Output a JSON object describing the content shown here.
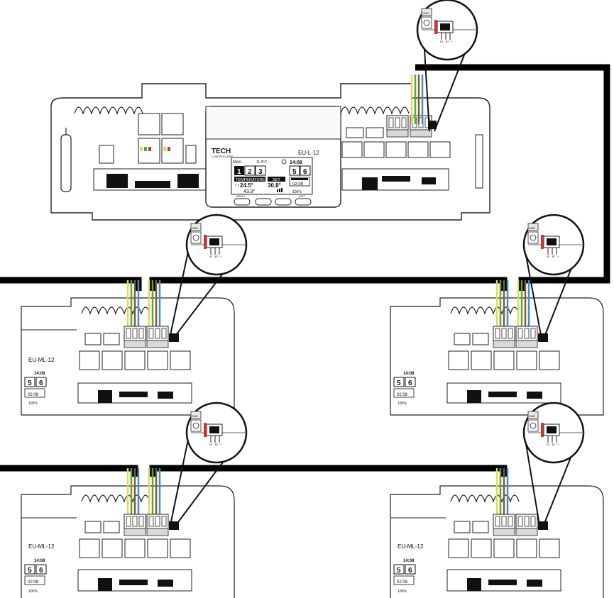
{
  "main_controller": {
    "brand": "TECH",
    "brand_sub": "CONTROLLERS",
    "model": "EU-L-12",
    "screen": {
      "day": "Mon.",
      "outdoor_temp": "11.5°C",
      "time": "14:08",
      "zones_left": [
        "1",
        "2",
        "3"
      ],
      "zones_right": [
        "5",
        "6"
      ],
      "temperature_label": "TEMPERATURE",
      "set_label": "SET",
      "current_temp": "↑↑24.5°",
      "humidity": "43.9°",
      "set_temp": "30.8°",
      "set_time": "02:08",
      "battery": "100%"
    },
    "buttons": [
      "MENU",
      "",
      "",
      "EXIT"
    ]
  },
  "modules": [
    {
      "model": "EU-ML-12",
      "time": "14:08",
      "zones": [
        "5",
        "6"
      ],
      "set_time": "02:08",
      "battery": "100%"
    },
    {
      "model": "",
      "time": "14:08",
      "zones": [
        "5",
        "6"
      ],
      "set_time": "02:08",
      "battery": "100%"
    },
    {
      "model": "EU-ML-12",
      "time": "14:08",
      "zones": [
        "5",
        "6"
      ],
      "set_time": "02:08",
      "battery": "100%"
    },
    {
      "model": "EU-ML-12",
      "time": "14:08",
      "zones": [
        "5",
        "6"
      ],
      "set_time": "02:08",
      "battery": "100%"
    }
  ],
  "terminal_labels": {
    "gnd": "GND",
    "pins": "NT · BT · +"
  },
  "colors": {
    "cable": "#000000",
    "wire_yellow": "#e8d84a",
    "wire_green": "#4fa84f",
    "wire_brown": "#8a5a2b",
    "wire_blue": "#3d8fd1"
  }
}
